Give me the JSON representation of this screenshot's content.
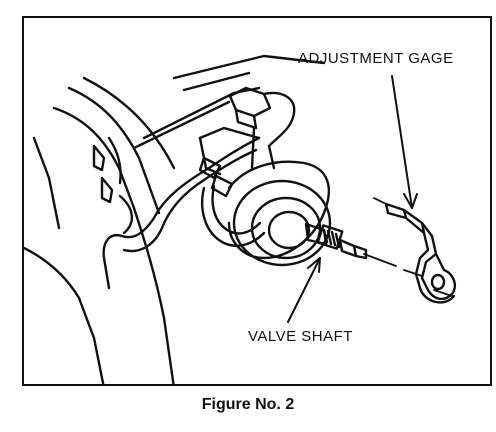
{
  "diagram": {
    "callouts": {
      "adjustment_gage": "ADJUSTMENT GAGE",
      "valve_shaft": "VALVE SHAFT"
    },
    "caption": "Figure No. 2",
    "ink_color": "#111111",
    "paper_color": "#ffffff"
  }
}
